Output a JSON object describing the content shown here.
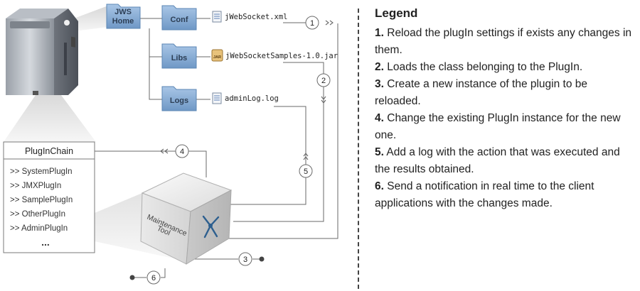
{
  "folders": {
    "home": [
      "JWS",
      "Home"
    ],
    "conf": "Conf",
    "libs": "Libs",
    "logs": "Logs"
  },
  "files": {
    "conf_file": "jWebSocket.xml",
    "libs_file": "jWebSocketSamples-1.0.jar",
    "logs_file": "adminLog.log",
    "jar_badge": "JAR"
  },
  "chain": {
    "title": "PlugInChain",
    "items": [
      ">> SystemPlugIn",
      ">> JMXPlugIn",
      ">> SamplePlugIn",
      ">> OtherPlugIn",
      ">> AdminPlugIn"
    ],
    "ellipsis": "..."
  },
  "tool": {
    "lines": [
      "Maintenance",
      "Tool"
    ]
  },
  "steps": [
    "1",
    "2",
    "3",
    "4",
    "5",
    "6"
  ],
  "legend": {
    "title": "Legend",
    "items": [
      {
        "num": "1.",
        "text": " Reload the plugIn settings if exists any changes in them."
      },
      {
        "num": "2.",
        "text": " Loads the class belonging to the PlugIn."
      },
      {
        "num": "3.",
        "text": " Create a new instance of the plugin to be reloaded."
      },
      {
        "num": "4.",
        "text": " Change the existing PlugIn instance for the new one."
      },
      {
        "num": "5.",
        "text": " Add a log with the action that was executed and the results obtained."
      },
      {
        "num": "6.",
        "text": " Send a notification in real time to the client applications with the changes made."
      }
    ]
  },
  "colors": {
    "folder": "#7ea6cf",
    "folder_dark": "#5b86b4",
    "line": "#6a6a6a",
    "box_top": "#f2f2f2",
    "box_side": "#cfcfcf",
    "logo": "#2d5f8f"
  }
}
